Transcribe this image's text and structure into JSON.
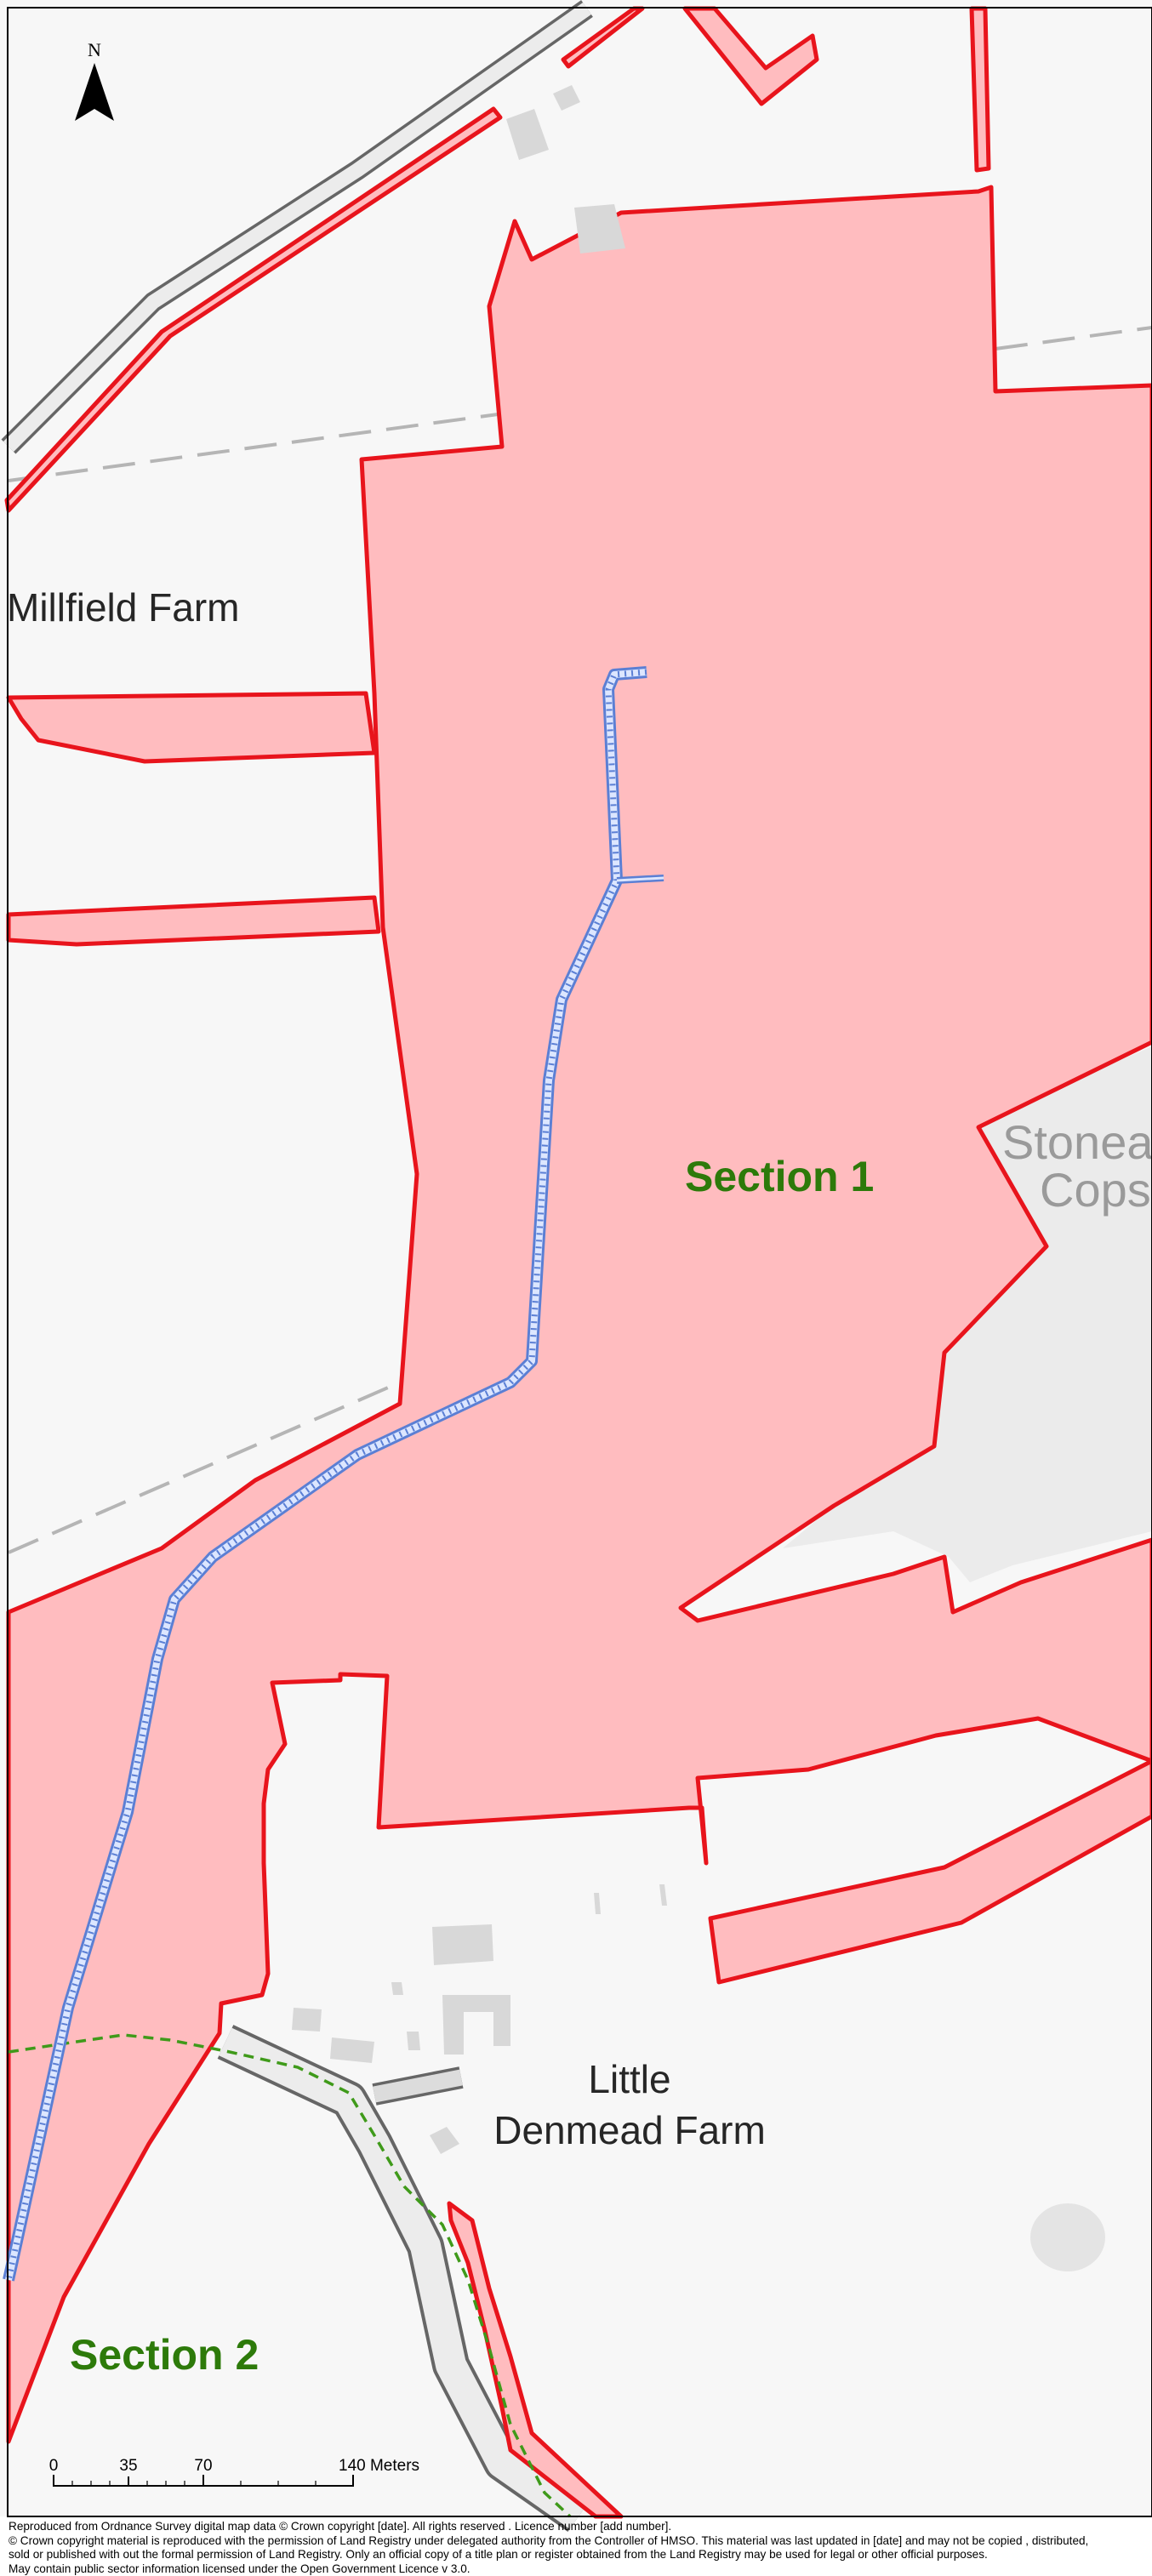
{
  "north_arrow": {
    "label": "N"
  },
  "places": {
    "millfield": "Millfield Farm",
    "stonead_1": "Stonead",
    "stonead_2": "Copse",
    "little_1": "Little",
    "little_2": "Denmead Farm"
  },
  "sections": {
    "s1": "Section 1",
    "s2": "Section 2"
  },
  "scale_bar": {
    "ticks": [
      "0",
      "35",
      "70",
      "140 Meters"
    ]
  },
  "footer": {
    "line1": "Reproduced from Ordnance Survey digital map data © Crown copyright [date]. All rights reserved . Licence number [add number].",
    "line2": "© Crown copyright material is reproduced with the permission of Land Registry under delegated authority from the Controller of HMSO. This material was last updated in [date] and may not be copied , distributed,",
    "line3": "sold or published with out the formal permission of Land Registry. Only an official copy of a title plan or register obtained from the Land Registry may be used for legal or other official purposes.",
    "line4": "May contain public sector information licensed under the Open Government Licence v 3.0."
  },
  "colors": {
    "background": "#f7f7f7",
    "parcel_fill": "#ffbcbf",
    "parcel_stroke": "#e8141c",
    "route_stroke": "#5b7fd4",
    "path_green": "#3f9a1a",
    "building": "#d8d8d8",
    "label_green": "#2d7a0a"
  }
}
